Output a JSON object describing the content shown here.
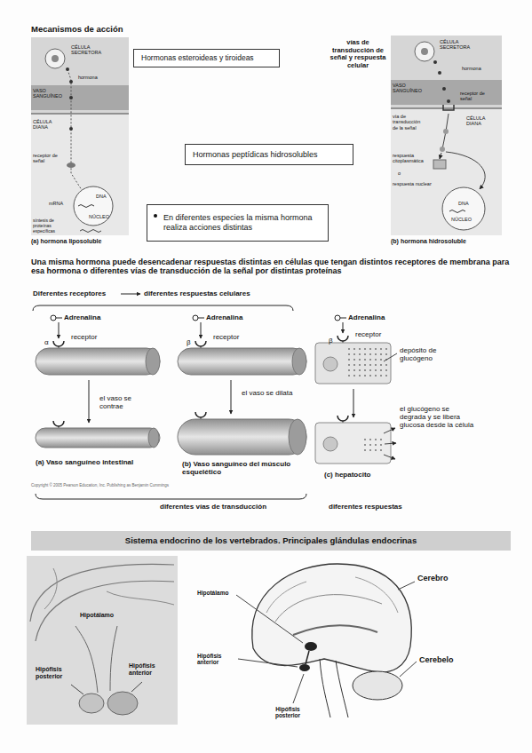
{
  "diagram": {
    "title": "Mecanismos de acción",
    "nodes": [
      {
        "text": [
          "Hormonas esteroideas y tiroideas"
        ]
      },
      {
        "text": [
          "Hormonas peptídicas hidrosolubles"
        ]
      },
      {
        "text": [
          "En diferentes especies la misma hormona realiza acciones distintas"
        ]
      },
      {
        "text": [
          "Sistema endocrino de los vertebrados. Principales glándulas endocrinas"
        ]
      }
    ],
    "labels": [
      "CÉLULA SECRETORA",
      "hormona",
      "VASO SANGUÍNEO",
      "CÉLULA DIANA",
      "receptor de señal",
      "DNA",
      "mRNA",
      "NÚCLEO",
      "síntesis de proteínas específicas",
      "(a) hormona liposoluble",
      "vías de transducción de señal y respuesta celular",
      "CÉLULA SECRETORA",
      "hormona",
      "VASO SANGUÍNEO",
      "receptor de señal",
      "CÉLULA DIANA",
      "vía de transducción de la señal",
      "respuesta citoplasmática",
      "o",
      "respuesta nuclear",
      "DNA",
      "NÚCLEO",
      "(b) hormona hidrosoluble",
      "Una misma hormona puede desencadenar respuestas distintas en células que tengan distintos receptores de membrana para esa hormona o diferentes vías de transducción de la señal por distintas proteínas",
      "Diferentes receptores",
      "diferentes respuestas celulares",
      "Adrenalina",
      "α",
      "receptor",
      "el vaso se contrae",
      "(a) Vaso sanguíneo intestinal",
      "Adrenalina",
      "β",
      "receptor",
      "el vaso se dilata",
      "(b) Vaso sanguíneo del músculo esquelético",
      "Adrenalina",
      "β",
      "receptor",
      "depósito de glucógeno",
      "el glucógeno se degrada y se libera glucosa desde la célula",
      "(c) hepatocito",
      "Copyright © 2005 Pearson Education, Inc. Publishing as Benjamin Cummings",
      "diferentes vías de transducción",
      "diferentes respuestas",
      "Hipotálamo",
      "Hipófisis posterior",
      "Hipófisis anterior",
      "Hipotálamo",
      "Cerebro",
      "Hipófisis anterior",
      "Cerebelo",
      "Hipófisis posterior"
    ]
  }
}
